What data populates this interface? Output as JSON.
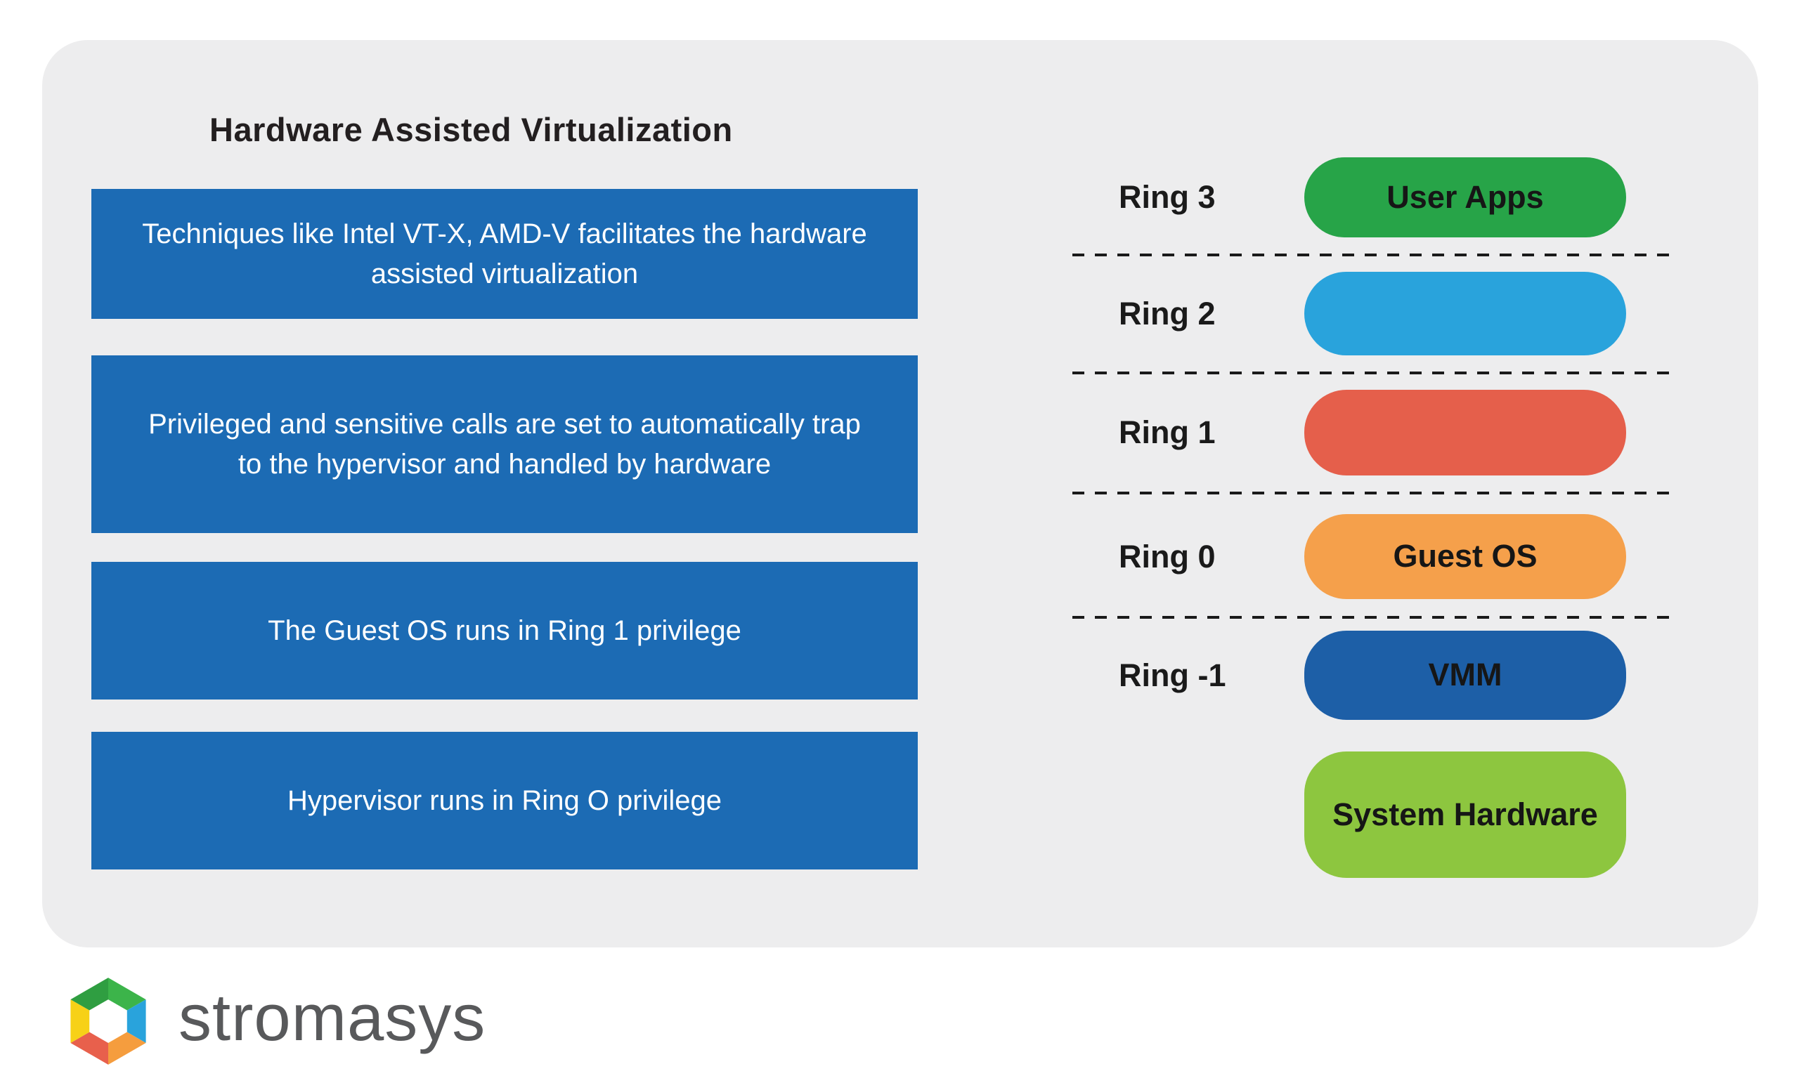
{
  "panel": {
    "title": "Hardware Assisted Virtualization",
    "box_color": "#1c6bb4",
    "left_boxes": [
      "Techniques like Intel VT-X, AMD-V facilitates the hardware assisted virtualization",
      "Privileged and sensitive calls are set to automatically trap to the hypervisor and handled by hardware",
      "The Guest OS runs in Ring 1 privilege",
      "Hypervisor runs in Ring O privilege"
    ],
    "rings": [
      {
        "label": "Ring 3",
        "pill": "User Apps",
        "color": "#27a448"
      },
      {
        "label": "Ring 2",
        "pill": "",
        "color": "#29a3dc"
      },
      {
        "label": "Ring 1",
        "pill": "",
        "color": "#e55f4b"
      },
      {
        "label": "Ring 0",
        "pill": "Guest OS",
        "color": "#f5a04b"
      },
      {
        "label": "Ring -1",
        "pill": "VMM",
        "color": "#1d5fa7"
      },
      {
        "label": "",
        "pill": "System Hardware",
        "color": "#8dc63f"
      }
    ]
  },
  "logo": {
    "text": "stromasys",
    "icon": "stromasys-hexagon-logo",
    "icon_colors": [
      "#3cb44a",
      "#29a3dc",
      "#f59d3e",
      "#e8604c",
      "#f7d117",
      "#2f9e41"
    ]
  }
}
